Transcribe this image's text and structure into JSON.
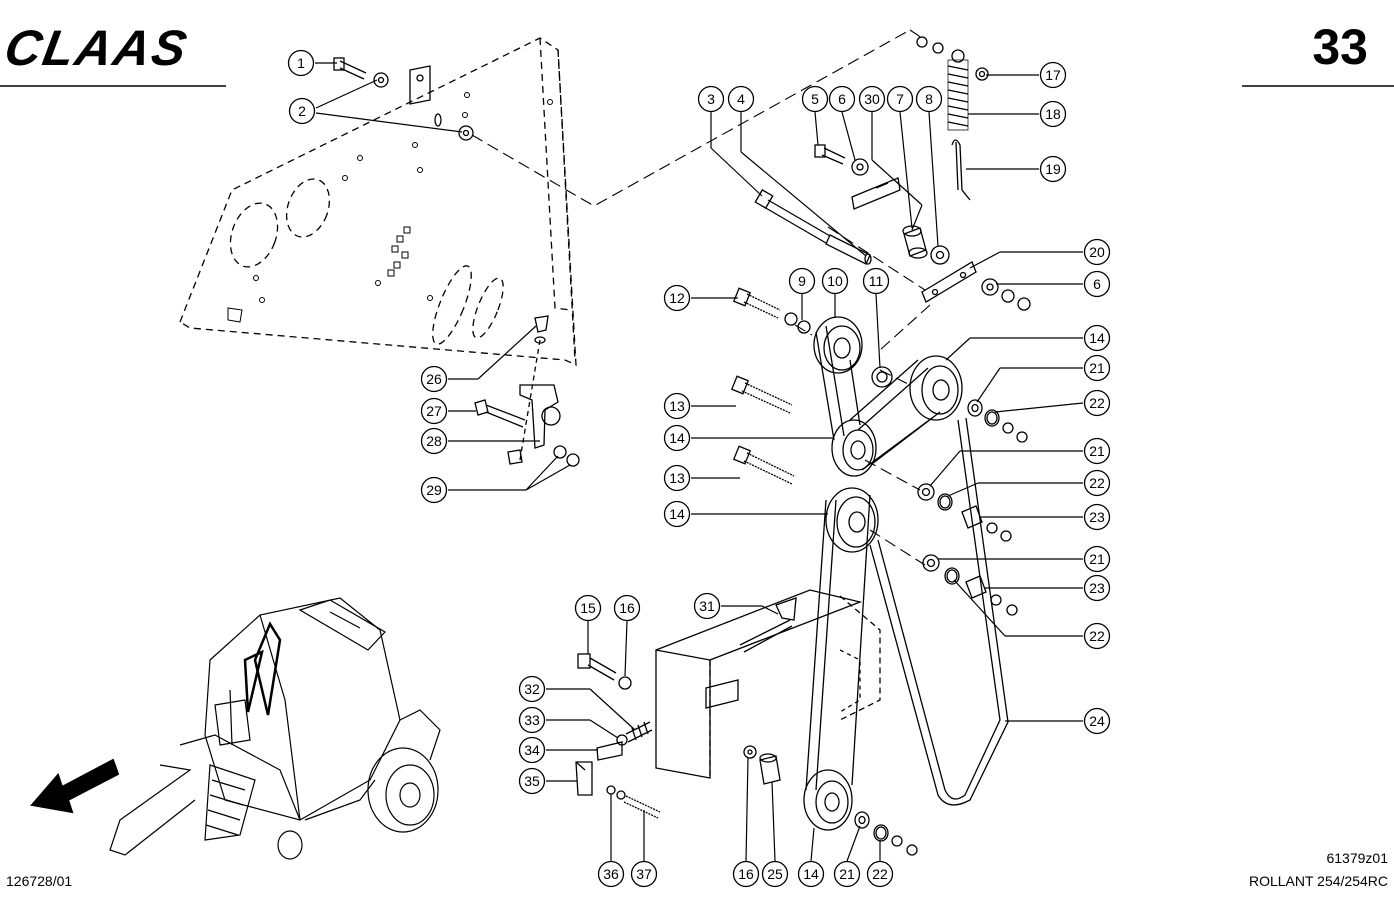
{
  "header": {
    "brand": "CLAAS",
    "page_number": "33"
  },
  "footer": {
    "doc_number": "126728/01",
    "drawing_number": "61379z01",
    "model": "ROLLANT 254/254RC"
  },
  "callouts": [
    {
      "id": "c1",
      "label": "1"
    },
    {
      "id": "c2",
      "label": "2"
    },
    {
      "id": "c3",
      "label": "3"
    },
    {
      "id": "c4",
      "label": "4"
    },
    {
      "id": "c5",
      "label": "5"
    },
    {
      "id": "c6a",
      "label": "6"
    },
    {
      "id": "c30",
      "label": "30"
    },
    {
      "id": "c7",
      "label": "7"
    },
    {
      "id": "c8",
      "label": "8"
    },
    {
      "id": "c17",
      "label": "17"
    },
    {
      "id": "c18",
      "label": "18"
    },
    {
      "id": "c19",
      "label": "19"
    },
    {
      "id": "c20",
      "label": "20"
    },
    {
      "id": "c6b",
      "label": "6"
    },
    {
      "id": "c12",
      "label": "12"
    },
    {
      "id": "c9",
      "label": "9"
    },
    {
      "id": "c10",
      "label": "10"
    },
    {
      "id": "c11",
      "label": "11"
    },
    {
      "id": "c14a",
      "label": "14"
    },
    {
      "id": "c21a",
      "label": "21"
    },
    {
      "id": "c22a",
      "label": "22"
    },
    {
      "id": "c13a",
      "label": "13"
    },
    {
      "id": "c14b",
      "label": "14"
    },
    {
      "id": "c21b",
      "label": "21"
    },
    {
      "id": "c13b",
      "label": "13"
    },
    {
      "id": "c22b",
      "label": "22"
    },
    {
      "id": "c14c",
      "label": "14"
    },
    {
      "id": "c23a",
      "label": "23"
    },
    {
      "id": "c21c",
      "label": "21"
    },
    {
      "id": "c23b",
      "label": "23"
    },
    {
      "id": "c22c",
      "label": "22"
    },
    {
      "id": "c26",
      "label": "26"
    },
    {
      "id": "c27",
      "label": "27"
    },
    {
      "id": "c28",
      "label": "28"
    },
    {
      "id": "c29",
      "label": "29"
    },
    {
      "id": "c15",
      "label": "15"
    },
    {
      "id": "c16a",
      "label": "16"
    },
    {
      "id": "c31",
      "label": "31"
    },
    {
      "id": "c32",
      "label": "32"
    },
    {
      "id": "c33",
      "label": "33"
    },
    {
      "id": "c34",
      "label": "34"
    },
    {
      "id": "c35",
      "label": "35"
    },
    {
      "id": "c24",
      "label": "24"
    },
    {
      "id": "c36",
      "label": "36"
    },
    {
      "id": "c37",
      "label": "37"
    },
    {
      "id": "c16b",
      "label": "16"
    },
    {
      "id": "c25",
      "label": "25"
    },
    {
      "id": "c14d",
      "label": "14"
    },
    {
      "id": "c21d",
      "label": "21"
    },
    {
      "id": "c22d",
      "label": "22"
    }
  ]
}
